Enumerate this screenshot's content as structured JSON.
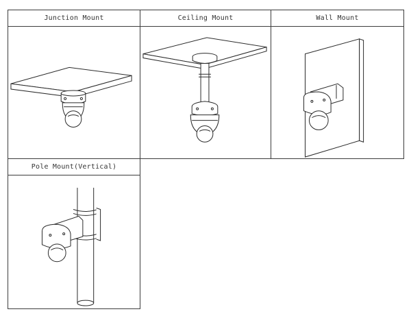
{
  "panels": [
    {
      "label": "Junction Mount"
    },
    {
      "label": "Ceiling Mount"
    },
    {
      "label": "Wall Mount"
    },
    {
      "label": "Pole Mount(Vertical)"
    }
  ],
  "colors": {
    "line": "#2a2a2a",
    "border": "#3c3c3c",
    "background": "#ffffff"
  }
}
